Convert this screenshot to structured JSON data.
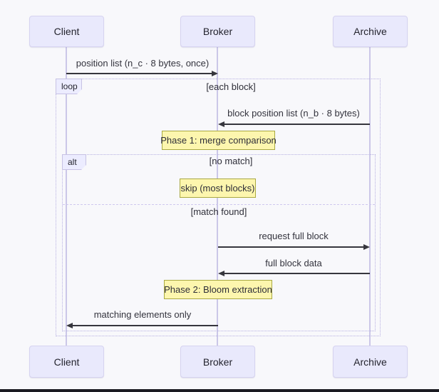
{
  "colors": {
    "background": "#f8f8fb",
    "actor_fill": "#e9e9fc",
    "actor_border": "#d6d3f0",
    "lifeline": "#cbc7e8",
    "frame_border": "#b7b0e2",
    "note_fill": "#fdf6ae",
    "note_border": "#a9a942",
    "arrow": "#36363d"
  },
  "actors": [
    {
      "label": "Client"
    },
    {
      "label": "Broker"
    },
    {
      "label": "Archive"
    }
  ],
  "frames": {
    "loop": {
      "tag": "loop",
      "title": "[each block]"
    },
    "alt": {
      "tag": "alt",
      "section1": "[no match]",
      "section2": "[match found]"
    }
  },
  "messages": {
    "m1": {
      "label": "position list (n_c · 8 bytes, once)",
      "from": "Client",
      "to": "Broker"
    },
    "m2": {
      "label": "block position list (n_b · 8 bytes)",
      "from": "Archive",
      "to": "Broker"
    },
    "m3": {
      "label": "request full block",
      "from": "Broker",
      "to": "Archive"
    },
    "m4": {
      "label": "full block data",
      "from": "Archive",
      "to": "Broker"
    },
    "m5": {
      "label": "matching elements only",
      "from": "Broker",
      "to": "Client"
    }
  },
  "notes": {
    "n1": {
      "label": "Phase 1: merge comparison"
    },
    "n2": {
      "label": "skip (most blocks)"
    },
    "n3": {
      "label": "Phase 2: Bloom extraction"
    }
  }
}
